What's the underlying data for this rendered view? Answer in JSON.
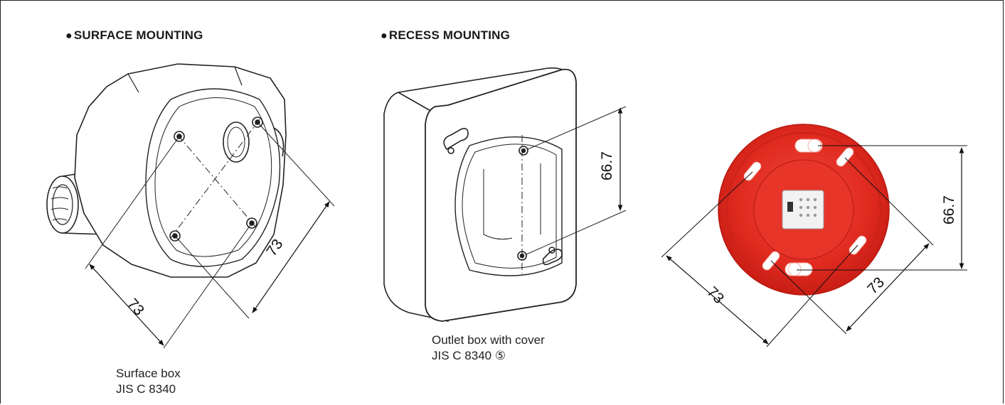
{
  "surface": {
    "heading": "SURFACE MOUNTING",
    "bullet": "●",
    "caption_line1": "Surface box",
    "caption_line2": "JIS C 8340",
    "dim_a": "73",
    "dim_b": "73"
  },
  "recess": {
    "heading": "RECESS MOUNTING",
    "bullet": "●",
    "caption_line1": "Outlet box with cover",
    "caption_line2": "JIS C 8340 ⑤",
    "dim_height": "66.7"
  },
  "base": {
    "dim_height": "66.7",
    "dim_a": "73",
    "dim_b": "73",
    "color": "#e02a20"
  }
}
